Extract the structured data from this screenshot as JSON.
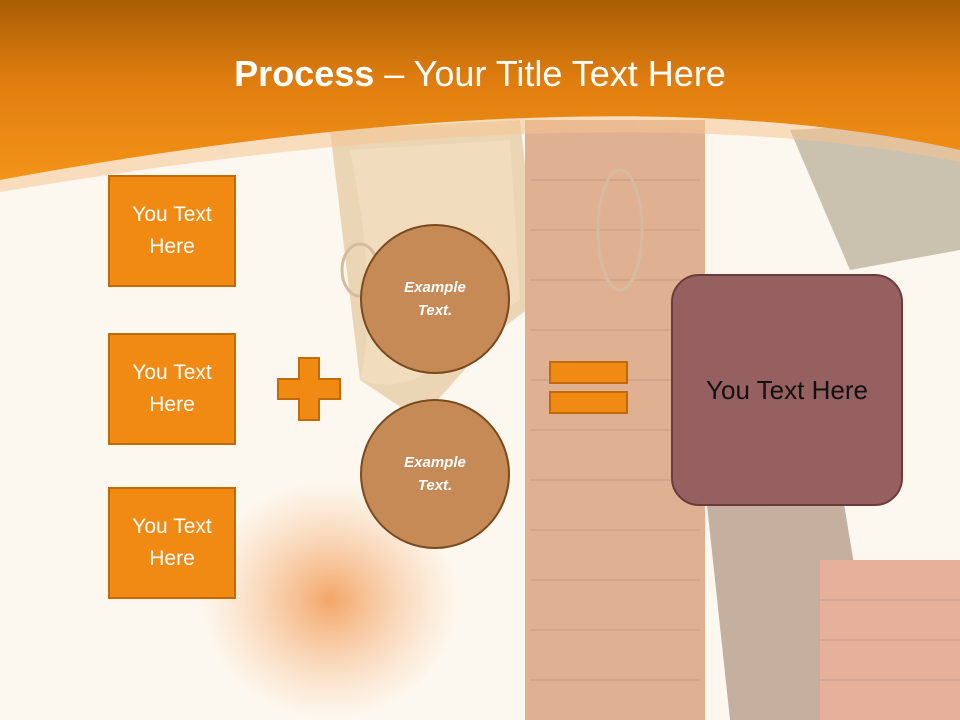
{
  "slide": {
    "title_bold": "Process",
    "title_rest": " – Your Title Text Here",
    "inputs": [
      "You Text Here",
      "You Text Here",
      "You Text Here"
    ],
    "circles": [
      "Example Text.",
      "Example Text."
    ],
    "result": "You Text Here",
    "operators": [
      "plus-icon",
      "equals-icon"
    ]
  },
  "colors": {
    "header": "#ee8a16",
    "box_fill": "#f18a12",
    "circle_fill": "#c68a57",
    "result_fill": "#976060",
    "background": "#fdf8ef"
  }
}
